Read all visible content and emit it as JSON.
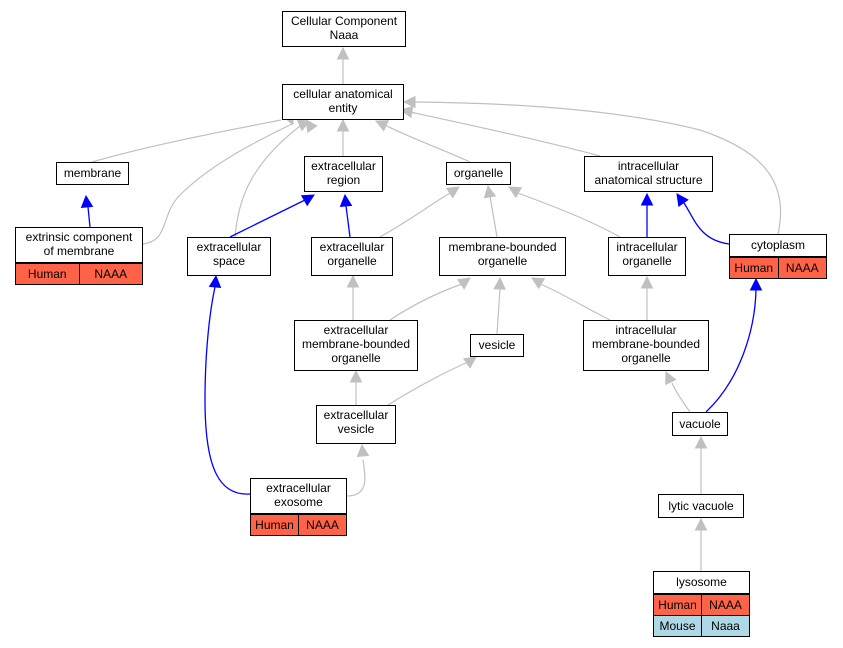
{
  "colors": {
    "gray_edge": "#c0c0c0",
    "blue_edge": "#0000ff",
    "human_bg": "#ff6347",
    "mouse_bg": "#add8e6"
  },
  "nodes": {
    "cellular_component": "Cellular Component\nNaaa",
    "cellular_anatomical_entity": "cellular anatomical\nentity",
    "membrane": "membrane",
    "extracellular_region": "extracellular\nregion",
    "organelle": "organelle",
    "intracellular_anatomical_structure": "intracellular\nanatomical structure",
    "extrinsic_component": "extrinsic component\nof membrane",
    "extracellular_space": "extracellular\nspace",
    "extracellular_organelle": "extracellular\norganelle",
    "membrane_bounded_organelle": "membrane-bounded\norganelle",
    "intracellular_organelle": "intracellular\norganelle",
    "cytoplasm": "cytoplasm",
    "extracellular_mb_organelle": "extracellular\nmembrane-bounded\norganelle",
    "vesicle": "vesicle",
    "intracellular_mb_organelle": "intracellular\nmembrane-bounded\norganelle",
    "extracellular_vesicle": "extracellular\nvesicle",
    "vacuole": "vacuole",
    "extracellular_exosome": "extracellular\nexosome",
    "lytic_vacuole": "lytic vacuole",
    "lysosome": "lysosome"
  },
  "badges": {
    "extrinsic_component": [
      [
        "Human",
        "NAAA"
      ]
    ],
    "cytoplasm": [
      [
        "Human",
        "NAAA"
      ]
    ],
    "extracellular_exosome": [
      [
        "Human",
        "NAAA"
      ]
    ],
    "lysosome": [
      [
        "Human",
        "NAAA"
      ],
      [
        "Mouse",
        "Naaa"
      ]
    ]
  }
}
